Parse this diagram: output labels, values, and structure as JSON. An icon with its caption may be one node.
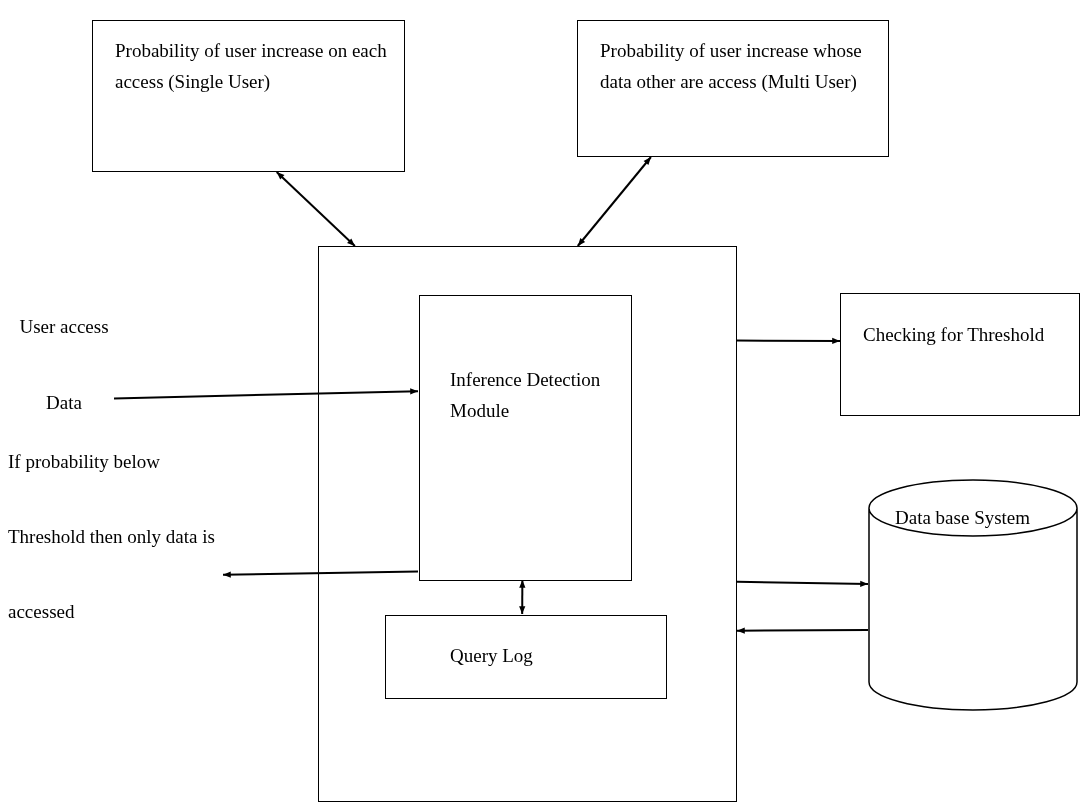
{
  "diagram": {
    "nodes": [
      {
        "text": [
          "Probability of user increase on each access (Single User)"
        ]
      },
      {
        "text": [
          "Probability of user increase whose data other are access (Multi User)"
        ]
      },
      {
        "text": [],
        "shape": "box"
      },
      {
        "text": [
          "Inference Detection Module"
        ],
        "in": 2
      },
      {
        "text": [
          "Query Log"
        ],
        "in": 2
      },
      {
        "text": [
          "Checking for Threshold"
        ]
      },
      {
        "text": [
          "Data base System"
        ]
      },
      {
        "text": [
          "User access Data"
        ]
      },
      {
        "text": [
          "If probability below Threshold then only data is accessed"
        ]
      }
    ],
    "edges": [
      {
        "from": 0,
        "to": 2,
        "arrow": "both"
      },
      {
        "from": 1,
        "to": 2,
        "arrow": "both"
      },
      {
        "from": 7,
        "to": 3,
        "arrow": "to"
      },
      {
        "from": 3,
        "to": 8,
        "arrow": "to"
      },
      {
        "from": 2,
        "to": 5,
        "arrow": "to"
      },
      {
        "from": 2,
        "to": 6,
        "arrow": "to"
      },
      {
        "from": 6,
        "to": 2,
        "arrow": "to"
      },
      {
        "from": 3,
        "to": 4,
        "arrow": "both"
      }
    ]
  }
}
